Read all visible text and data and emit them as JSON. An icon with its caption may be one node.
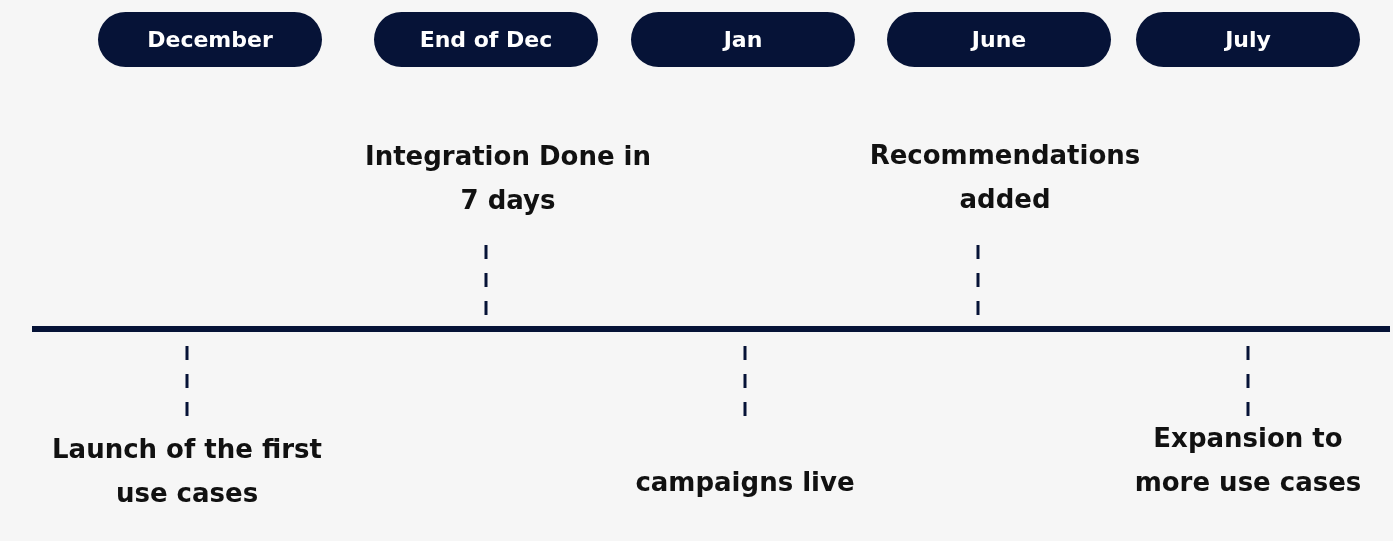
{
  "diagram": {
    "nodes": [
      {
        "text": [
          "December"
        ]
      },
      {
        "text": [
          "End of Dec"
        ]
      },
      {
        "text": [
          "Jan"
        ]
      },
      {
        "text": [
          "June"
        ]
      },
      {
        "text": [
          "July"
        ]
      }
    ],
    "labels": [
      "Integration Done in 7 days",
      "Recommendations added",
      "Expansion to  more use cases",
      "Launch of the first use cases",
      "campaigns live"
    ]
  }
}
